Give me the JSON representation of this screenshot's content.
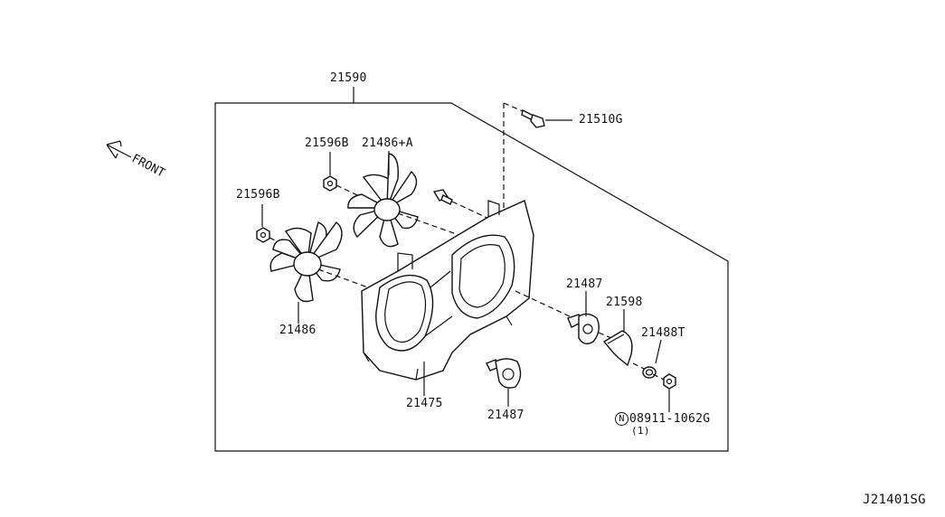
{
  "labels": {
    "assembly": "21590",
    "bolt_top": "21510G",
    "nut_left_upper": "21596B",
    "fan_upper": "21486+A",
    "nut_left_lower": "21596B",
    "fan_lower": "21486",
    "motor_right": "21487",
    "bracket": "21598",
    "washer": "21488T",
    "motor_bottom": "21487",
    "shroud": "21475",
    "nut_circle_letter": "N",
    "nut_part": "08911-1062G",
    "nut_qty": "(1)",
    "front": "FRONT",
    "diagram_id": "J21401SG"
  }
}
